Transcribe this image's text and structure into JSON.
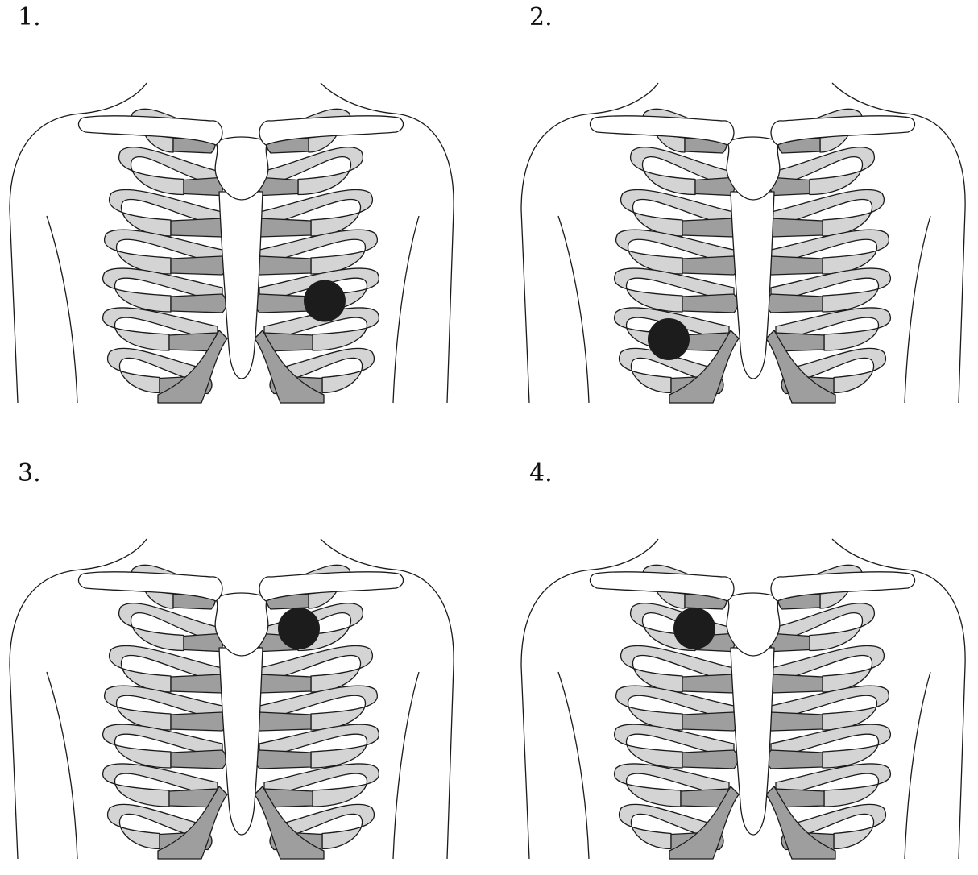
{
  "panels": [
    {
      "label": "1.",
      "marker": {
        "side": "left",
        "space": 4
      }
    },
    {
      "label": "2.",
      "marker": {
        "side": "right",
        "space": 5
      }
    },
    {
      "label": "3.",
      "marker": {
        "side": "left",
        "space": 1
      }
    },
    {
      "label": "4.",
      "marker": {
        "side": "right",
        "space": 1
      }
    }
  ],
  "colors": {
    "outline": "#1a1a1a",
    "bone": "#ffffff",
    "cartilage_dark": "#9e9e9e",
    "rib_light": "#d4d4d4",
    "marker": "#1c1c1c"
  }
}
